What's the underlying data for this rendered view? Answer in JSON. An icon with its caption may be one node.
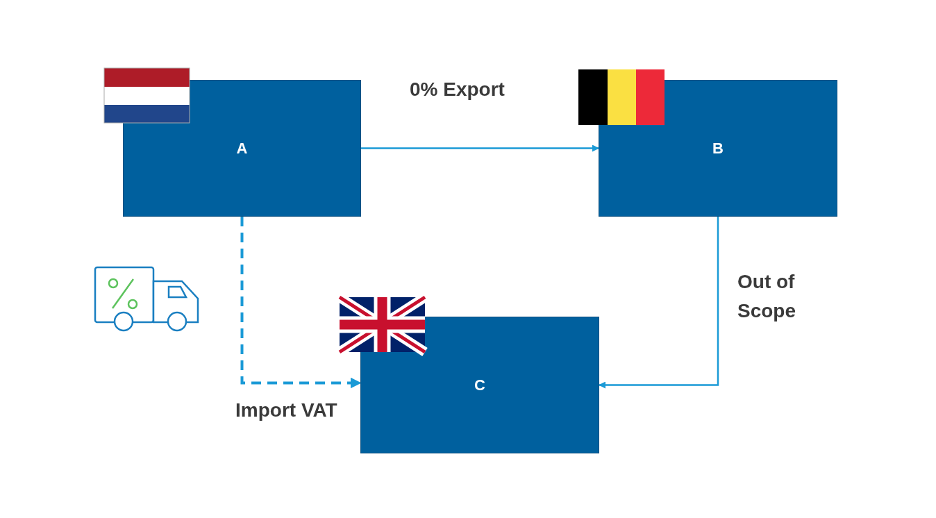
{
  "diagram": {
    "nodes": [
      {
        "text": [
          "A"
        ]
      },
      {
        "text": [
          "B"
        ]
      },
      {
        "text": [
          "C"
        ]
      }
    ],
    "edges": [
      {
        "from": 0,
        "to": 1,
        "arrow": "to",
        "label": "0% Export"
      },
      {
        "from": 1,
        "to": 2,
        "arrow": "to",
        "label": "Out of Scope"
      },
      {
        "from": 0,
        "to": 2,
        "arrow": "to",
        "label": "Import VAT",
        "style": "dashed"
      }
    ]
  }
}
